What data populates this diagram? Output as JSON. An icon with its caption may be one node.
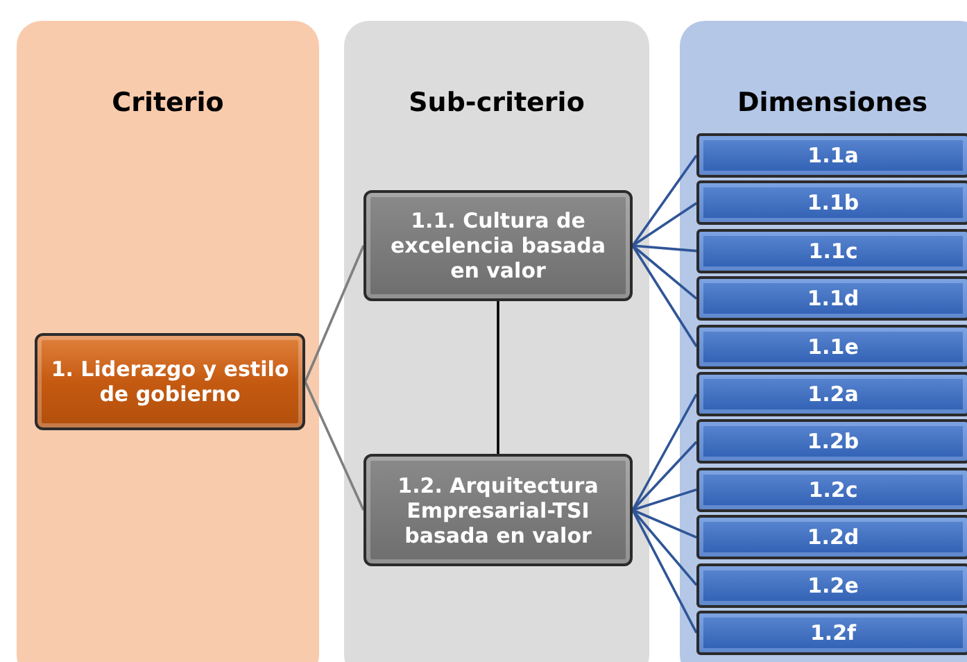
{
  "diagram": {
    "nodes": [
      {
        "text": [
          "Criterio"
        ]
      },
      {
        "text": [
          "Sub-criterio"
        ]
      },
      {
        "text": [
          "Dimensiones"
        ]
      },
      {
        "text": [
          "1. Liderazgo y estilo de gobierno"
        ],
        "in": 0
      },
      {
        "text": [
          "1.1. Cultura de excelencia  basada en valor"
        ],
        "in": 1
      },
      {
        "text": [
          "1.2. Arquitectura Empresarial-TSI basada  en valor"
        ],
        "in": 1
      },
      {
        "text": [
          "1.1a"
        ],
        "in": 2
      },
      {
        "text": [
          "1.1b"
        ],
        "in": 2
      },
      {
        "text": [
          "1.1c"
        ],
        "in": 2
      },
      {
        "text": [
          "1.1d"
        ],
        "in": 2
      },
      {
        "text": [
          "1.1e"
        ],
        "in": 2
      },
      {
        "text": [
          "1.2a"
        ],
        "in": 2
      },
      {
        "text": [
          "1.2b"
        ],
        "in": 2
      },
      {
        "text": [
          "1.2c"
        ],
        "in": 2
      },
      {
        "text": [
          "1.2d"
        ],
        "in": 2
      },
      {
        "text": [
          "1.2e"
        ],
        "in": 2
      },
      {
        "text": [
          "1.2f"
        ],
        "in": 2
      }
    ],
    "edges": [
      {
        "from": 3,
        "to": 4,
        "arrow": "none",
        "color": "#7f7f7f"
      },
      {
        "from": 3,
        "to": 5,
        "arrow": "none",
        "color": "#7f7f7f"
      },
      {
        "from": 4,
        "to": 5,
        "arrow": "none",
        "color": "#000000"
      },
      {
        "from": 4,
        "to": 6,
        "arrow": "none"
      },
      {
        "from": 4,
        "to": 7,
        "arrow": "none"
      },
      {
        "from": 4,
        "to": 8,
        "arrow": "none"
      },
      {
        "from": 4,
        "to": 9,
        "arrow": "none"
      },
      {
        "from": 4,
        "to": 10,
        "arrow": "none"
      },
      {
        "from": 5,
        "to": 11,
        "arrow": "none"
      },
      {
        "from": 5,
        "to": 12,
        "arrow": "none"
      },
      {
        "from": 5,
        "to": 13,
        "arrow": "none"
      },
      {
        "from": 5,
        "to": 14,
        "arrow": "none"
      },
      {
        "from": 5,
        "to": 15,
        "arrow": "none"
      },
      {
        "from": 5,
        "to": 16,
        "arrow": "none"
      }
    ]
  }
}
